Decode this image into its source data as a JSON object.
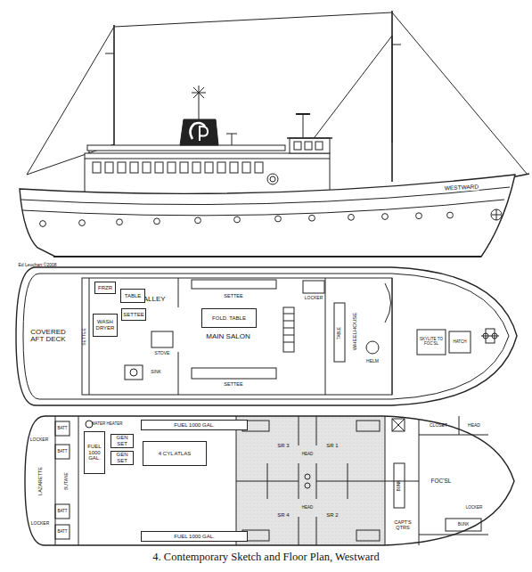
{
  "diagram": {
    "caption": "4.  Contemporary Sketch and Floor Plan, Westward",
    "nodes": [
      {
        "text": [
          "FRZR"
        ]
      },
      {
        "text": [
          "TABLE"
        ]
      },
      {
        "text": [
          "WASH DRYER"
        ]
      },
      {
        "text": [
          "SETTEE"
        ]
      },
      {
        "text": [
          "FOLD. TABLE"
        ]
      },
      {
        "text": [
          "FUEL 1000 GAL."
        ]
      },
      {
        "text": [
          "GEN SET"
        ]
      },
      {
        "text": [
          "GEN SET"
        ]
      },
      {
        "text": [
          "4 CYL ATLAS"
        ]
      },
      {
        "text": [
          "FUEL 1000 GAL."
        ]
      },
      {
        "text": [
          "FUEL 1000 GAL."
        ]
      }
    ],
    "labels": [
      "Ed Leuchart ©2008",
      "WESTWARD",
      "COVERED AFT DECK",
      "SETTEE",
      "GALLEY",
      "SETTEE",
      "LOCKER",
      "MAIN SALON",
      "SETTEE",
      "STOVE",
      "SINK",
      "WHEELHOUSE",
      "TABLE",
      "HELM",
      "SKYLITE TO FOC'SL",
      "HATCH",
      "LOCKER",
      "LAZARETTE",
      "LOCKER",
      "BATT",
      "BATT",
      "BUTANE",
      "BATT",
      "BATT",
      "WATER HEATER",
      "SR 3",
      "SR 1",
      "SR 4",
      "SR 2",
      "HEAD",
      "HEAD",
      "CAPT'S QTRS",
      "FOC'SL",
      "CLOSET",
      "HEAD",
      "BUNK",
      "BUNK",
      "LOCKER"
    ]
  }
}
